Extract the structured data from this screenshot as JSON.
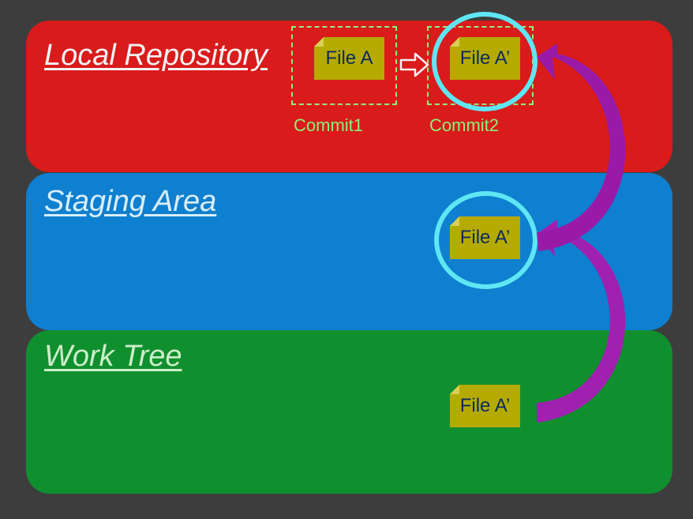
{
  "areas": {
    "local_repository": "Local Repository",
    "staging_area": "Staging Area",
    "work_tree": "Work Tree"
  },
  "files": {
    "commit1_file": "File A",
    "commit2_file": "File A’",
    "staging_file": "File A’",
    "work_tree_file": "File A’"
  },
  "commits": {
    "commit1": "Commit1",
    "commit2": "Commit2"
  },
  "colors": {
    "background": "#3d3d3d",
    "local_repository": "#d91b1b",
    "staging_area": "#0f7fcf",
    "work_tree": "#108f2f",
    "file": "#b5ab00",
    "commit_border": "#8ef07a",
    "highlight_ring": "#5fe6f3",
    "flow_arrow": "#a020b0"
  }
}
